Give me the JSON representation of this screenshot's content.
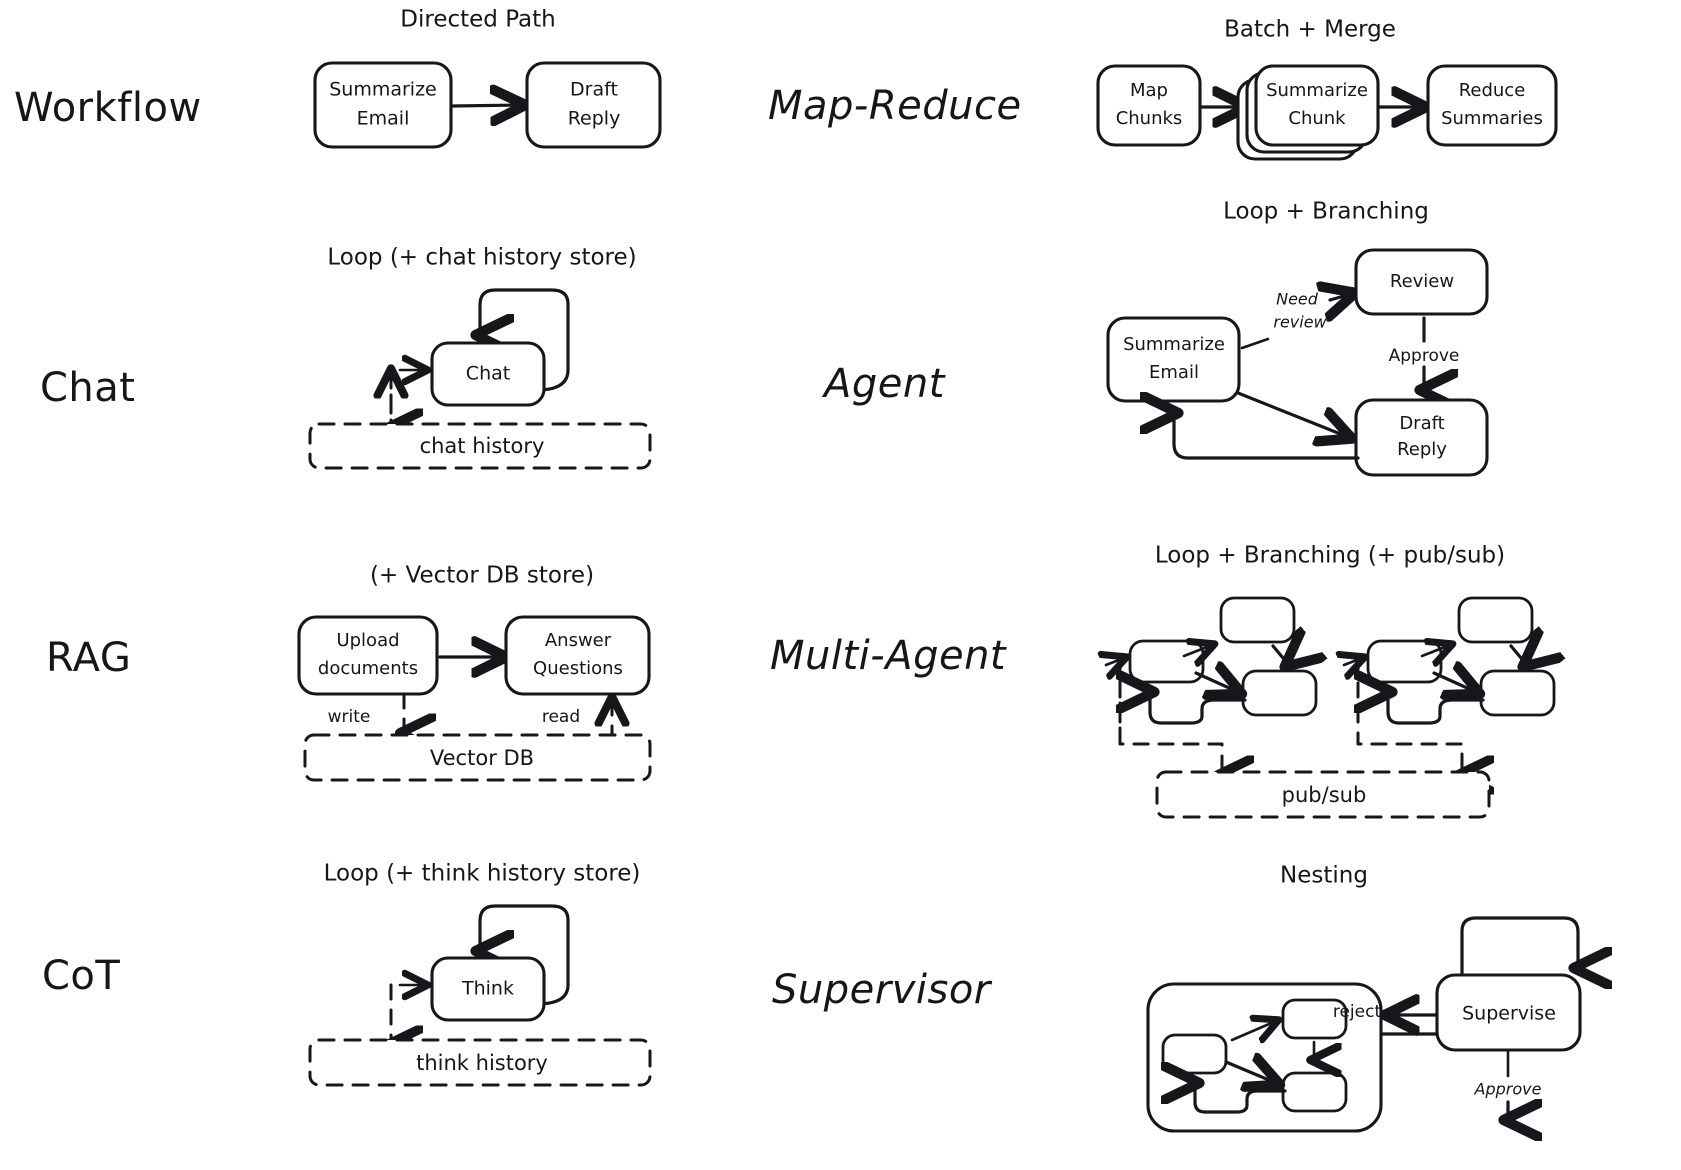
{
  "diagram": {
    "title_semantic": "agent-architecture-patterns-grid",
    "background": "#ffffff",
    "ink": "#17171b"
  },
  "rows": [
    {
      "left": {
        "label": "Workflow",
        "column_title": "Directed Path",
        "nodes": [
          "Summarize Email",
          "Draft Reply"
        ],
        "edge_labels": [],
        "stores": []
      },
      "right": {
        "label": "Map-Reduce",
        "column_title": "Batch + Merge",
        "nodes": [
          "Map Chunks",
          "Summarize Chunk",
          "Reduce Summaries"
        ],
        "edge_labels": [],
        "stores": []
      }
    },
    {
      "left": {
        "label": "Chat",
        "column_title": "Loop (+ chat history store)",
        "nodes": [
          "Chat"
        ],
        "edge_labels": [],
        "stores": [
          "chat history"
        ]
      },
      "right": {
        "label": "Agent",
        "column_title": "Loop + Branching",
        "nodes": [
          "Summarize Email",
          "Review",
          "Draft Reply"
        ],
        "edge_labels": [
          "Need review",
          "Approve"
        ],
        "stores": []
      }
    },
    {
      "left": {
        "label": "RAG",
        "column_title": "(+ Vector DB store)",
        "nodes": [
          "Upload documents",
          "Answer Questions"
        ],
        "edge_labels": [
          "write",
          "read"
        ],
        "stores": [
          "Vector DB"
        ]
      },
      "right": {
        "label": "Multi-Agent",
        "column_title": "Loop + Branching (+ pub/sub)",
        "nodes": [],
        "edge_labels": [],
        "stores": [
          "pub/sub"
        ]
      }
    },
    {
      "left": {
        "label": "CoT",
        "column_title": "Loop (+ think history store)",
        "nodes": [
          "Think"
        ],
        "edge_labels": [],
        "stores": [
          "think history"
        ]
      },
      "right": {
        "label": "Supervisor",
        "column_title": "Nesting",
        "nodes": [
          "Supervise"
        ],
        "edge_labels": [
          "reject",
          "Approve"
        ],
        "stores": []
      }
    }
  ],
  "text": {
    "row_workflow": "Workflow",
    "row_chat": "Chat",
    "row_rag": "RAG",
    "row_cot": "CoT",
    "row_mapreduce": "Map-Reduce",
    "row_agent": "Agent",
    "row_multiagent": "Multi-Agent",
    "row_supervisor": "Supervisor",
    "title_directed_path": "Directed Path",
    "title_batch_merge": "Batch + Merge",
    "title_loop_chat": "Loop (+ chat history store)",
    "title_loop_branching": "Loop + Branching",
    "title_vector_db": "(+ Vector DB store)",
    "title_loop_branching_pubsub": "Loop + Branching (+ pub/sub)",
    "title_loop_think": "Loop (+ think history store)",
    "title_nesting": "Nesting",
    "n_summarize_email": "Summarize",
    "n_summarize_email2": "Email",
    "n_draft_reply": "Draft",
    "n_draft_reply2": "Reply",
    "n_map_chunks": "Map",
    "n_map_chunks2": "Chunks",
    "n_summarize_chunk": "Summarize",
    "n_summarize_chunk2": "Chunk",
    "n_reduce_summaries": "Reduce",
    "n_reduce_summaries2": "Summaries",
    "n_chat": "Chat",
    "n_think": "Think",
    "n_review": "Review",
    "n_upload": "Upload",
    "n_upload2": "documents",
    "n_answer": "Answer",
    "n_answer2": "Questions",
    "n_supervise": "Supervise",
    "n_agent_summ": "Summarize",
    "n_agent_summ2": "Email",
    "n_agent_draft": "Draft",
    "n_agent_draft2": "Reply",
    "s_chat_history": "chat history",
    "s_think_history": "think history",
    "s_vector_db": "Vector DB",
    "s_pubsub": "pub/sub",
    "e_need": "Need",
    "e_review": "review",
    "e_approve": "Approve",
    "e_write": "write",
    "e_read": "read",
    "e_reject": "reject",
    "e_approve2": "Approve"
  }
}
